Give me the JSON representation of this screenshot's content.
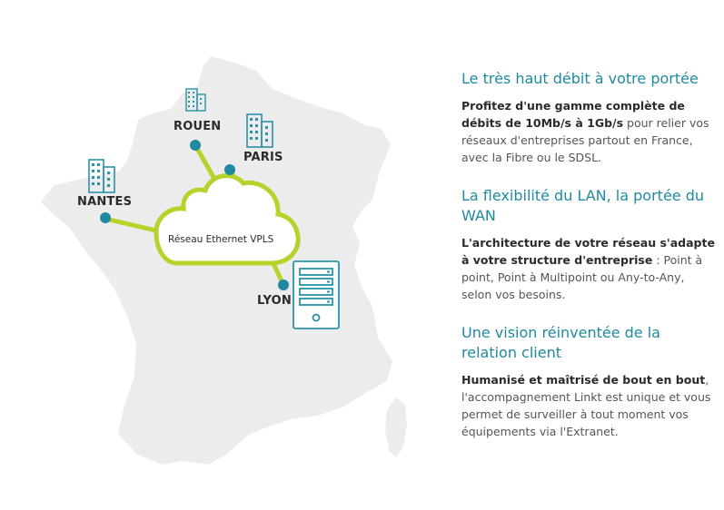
{
  "map": {
    "cities": {
      "rouen": "ROUEN",
      "paris": "PARIS",
      "nantes": "NANTES",
      "lyon": "LYON"
    },
    "cloud_label": "Réseau Ethernet VPLS"
  },
  "colors": {
    "map_fill": "#ececec",
    "link_green": "#b7d22b",
    "node_teal": "#1f8aa0",
    "heading_teal": "#1f8aa0",
    "icon_teal": "#2a93a8"
  },
  "icons": [
    "building-icon",
    "server-icon"
  ],
  "sections": [
    {
      "title": "Le très haut débit à votre portée",
      "bold": "Profitez d'une gamme complète de débits de 10Mb/s à 1Gb/s",
      "text": " pour relier vos réseaux d'entreprises partout en France, avec la Fibre ou le SDSL."
    },
    {
      "title": "La flexibilité du LAN, la portée du WAN",
      "bold": "L'architecture de votre réseau s'adapte à votre structure d'entreprise",
      "text": " : Point à point, Point à Multipoint ou Any-to-Any, selon vos besoins."
    },
    {
      "title": "Une vision réinventée de la relation client",
      "bold": "Humanisé et maîtrisé de bout en bout",
      "text": ", l'accompagnement Linkt est unique et vous permet de surveiller à tout moment vos équipements via l'Extranet."
    }
  ]
}
